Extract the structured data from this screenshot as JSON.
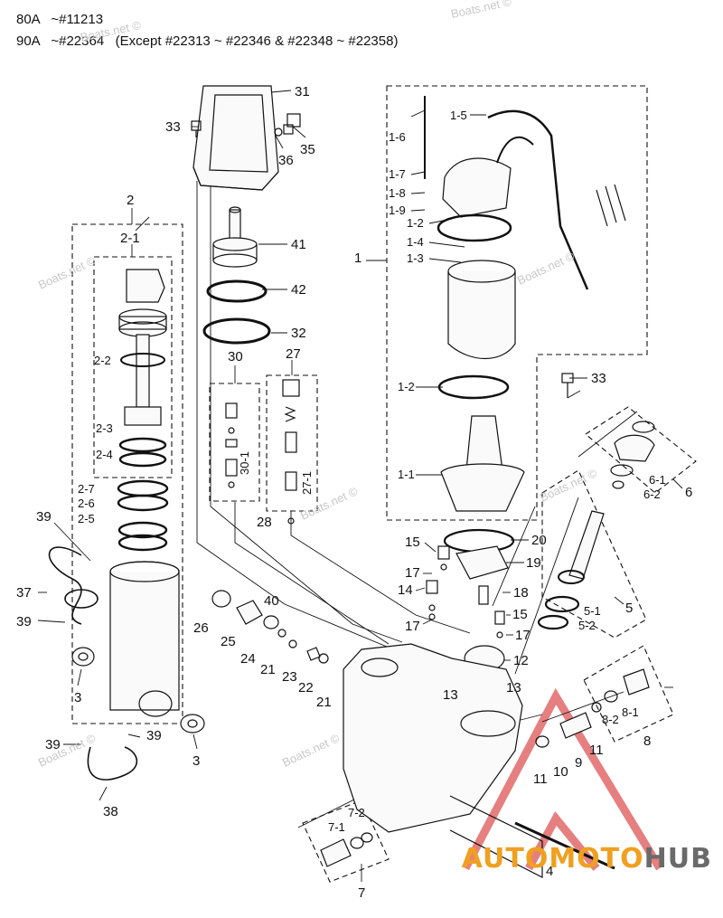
{
  "header": {
    "line1": "80A   ~#11213",
    "line2": "90A   ~#22364   (Except #22313 ~ #22346 & #22348 ~ #22358)"
  },
  "watermarks": [
    "Boats.net ©",
    "Boats.net ©",
    "Boats.net ©",
    "Boats.net ©",
    "Boats.net ©",
    "Boats.net ©",
    "Boats.net ©",
    "Boats.net ©"
  ],
  "brand": {
    "part1": "AUTOMOTO",
    "part2": "HUB",
    "accent": "#f0a020",
    "gray": "#6a6a6a",
    "triangle": "#e06060"
  },
  "callouts": {
    "c2": "2",
    "c2_1": "2-1",
    "c2_2": "2-2",
    "c2_3": "2-3",
    "c2_4": "2-4",
    "c2_7": "2-7",
    "c2_6": "2-6",
    "c2_5": "2-5",
    "c31": "31",
    "c33a": "33",
    "c36": "36",
    "c35": "35",
    "c41": "41",
    "c42": "42",
    "c32": "32",
    "c30": "30",
    "c30_1": "30-1",
    "c27": "27",
    "c27_1": "27-1",
    "c28": "28",
    "c1_5": "1-5",
    "c1_6": "1-6",
    "c1_7": "1-7",
    "c1_8": "1-8",
    "c1_9": "1-9",
    "c1_2a": "1-2",
    "c1_4": "1-4",
    "c1_3": "1-3",
    "c1": "1",
    "c1_2b": "1-2",
    "c1_1": "1-1",
    "c33b": "33",
    "c6": "6",
    "c6_1": "6-1",
    "c6_2": "6-2",
    "c5": "5",
    "c5_1": "5-1",
    "c5_2": "5-2",
    "c20": "20",
    "c19": "19",
    "c15a": "15",
    "c17a": "17",
    "c14": "14",
    "c18": "18",
    "c15b": "15",
    "c17b": "17",
    "c17c": "17",
    "c12": "12",
    "c13a": "13",
    "c13b": "13",
    "c39a": "39",
    "c37": "37",
    "c39b": "39",
    "c3a": "3",
    "c39c": "39",
    "c39d": "39",
    "c3b": "3",
    "c38": "38",
    "c26": "26",
    "c25": "25",
    "c40": "40",
    "c24": "24",
    "c21a": "21",
    "c23": "23",
    "c22": "22",
    "c21b": "21",
    "c8": "8",
    "c8_2": "8-2",
    "c8_1": "8-1",
    "c11a": "11",
    "c9": "9",
    "c10": "10",
    "c11b": "11",
    "c7": "7",
    "c7_1": "7-1",
    "c7_2": "7-2",
    "c4": "4"
  }
}
